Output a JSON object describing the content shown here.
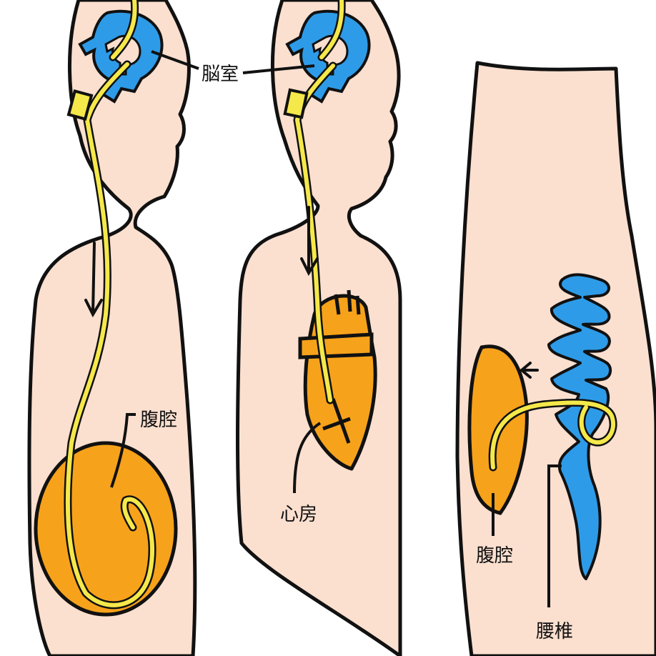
{
  "labels": {
    "ventricle": "脳室",
    "peritoneum_left": "腹腔",
    "atrium": "心房",
    "peritoneum_right": "腹腔",
    "lumbar": "腰椎"
  },
  "colors": {
    "skin": "#FBDFCF",
    "outline": "#111111",
    "brain_ventricle": "#2E9BE8",
    "organ": "#F7A21B",
    "shunt_tube": "#F5E84A",
    "background": "#FFFFFF"
  }
}
